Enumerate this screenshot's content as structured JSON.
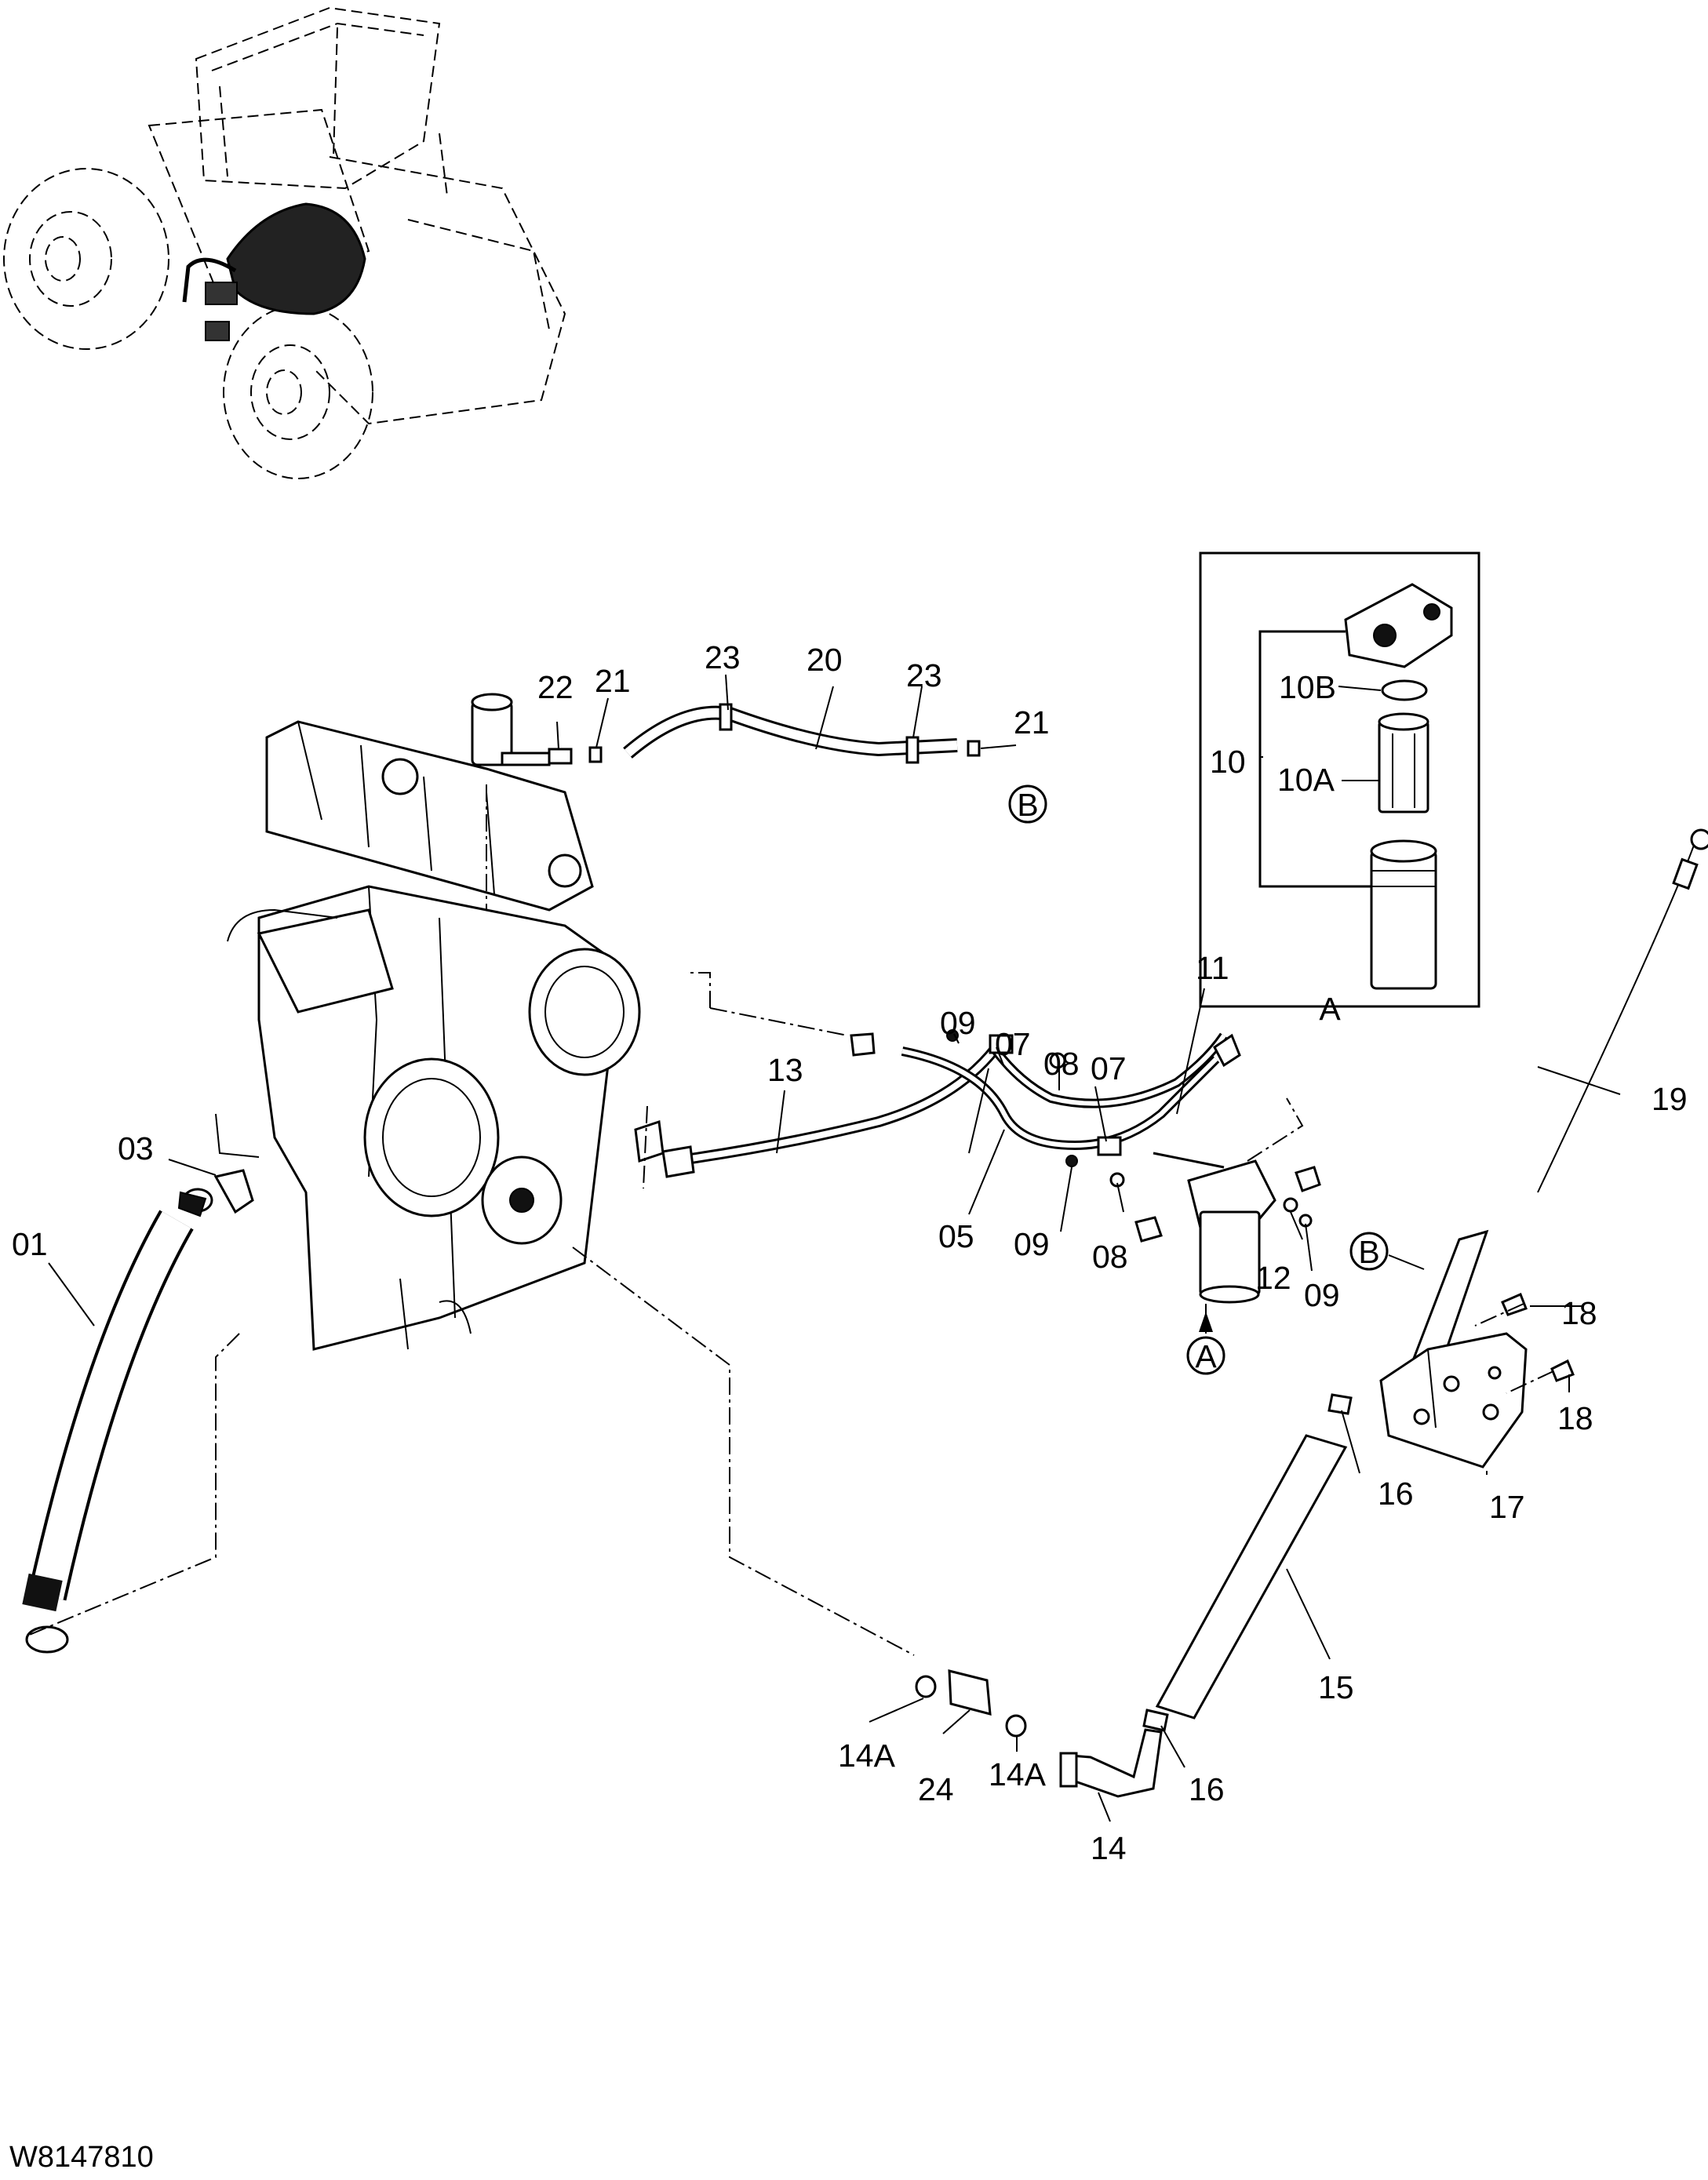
{
  "drawing_number": "W8147810",
  "callouts": {
    "c01": "01",
    "c03": "03",
    "c05": "05",
    "c07a": "07",
    "c07b": "07",
    "c08a": "08",
    "c08b": "08",
    "c09a": "09",
    "c09b": "09",
    "c09c": "09",
    "c10": "10",
    "c10A": "10A",
    "c10B": "10B",
    "c11": "11",
    "c12": "12",
    "c13": "13",
    "c14": "14",
    "c14Aa": "14A",
    "c14Ab": "14A",
    "c15": "15",
    "c16a": "16",
    "c16b": "16",
    "c17": "17",
    "c18a": "18",
    "c18b": "18",
    "c19": "19",
    "c20": "20",
    "c21a": "21",
    "c21b": "21",
    "c22": "22",
    "c23a": "23",
    "c23b": "23",
    "c24": "24"
  },
  "references": {
    "inset_label": "A",
    "ref_a": "A",
    "ref_b1": "B",
    "ref_b2": "B"
  }
}
